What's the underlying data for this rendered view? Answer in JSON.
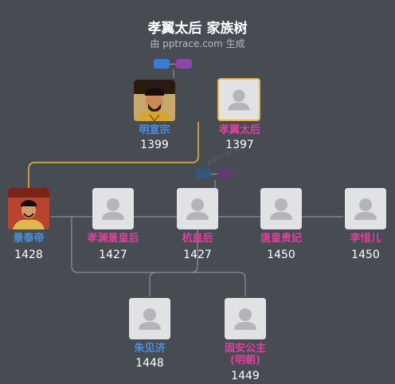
{
  "header": {
    "title": "孝翼太后 家族树",
    "subtitle": "由 pptrace.com 生成",
    "watermark": "pptrace"
  },
  "people": {
    "p1": {
      "name": "明宣宗",
      "year": "1399",
      "gender": "male",
      "portrait": true
    },
    "p2": {
      "name": "孝翼太后",
      "year": "1397",
      "gender": "female",
      "portrait": false
    },
    "p3": {
      "name": "景泰帝",
      "year": "1428",
      "gender": "male",
      "portrait": true
    },
    "p4": {
      "name": "孝渊景皇后",
      "year": "1427",
      "gender": "female",
      "portrait": false
    },
    "p5": {
      "name": "杭皇后",
      "year": "1427",
      "gender": "female",
      "portrait": false
    },
    "p6": {
      "name": "唐皇贵妃",
      "year": "1450",
      "gender": "female",
      "portrait": false
    },
    "p7": {
      "name": "李惜儿",
      "year": "1450",
      "gender": "female",
      "portrait": false
    },
    "p8": {
      "name": "朱见济",
      "year": "1448",
      "gender": "male",
      "portrait": false
    },
    "p9": {
      "name": "固安公主\n(明朝)",
      "year": "1449",
      "gender": "female",
      "portrait": false
    }
  },
  "colors": {
    "background": "#474b52",
    "male": "#4a90e2",
    "female": "#e040a0",
    "highlight": "#e8b64c"
  },
  "icons": {
    "expand_toggle": "blue-purple-toggle-icon",
    "placeholder": "person-silhouette-icon"
  }
}
